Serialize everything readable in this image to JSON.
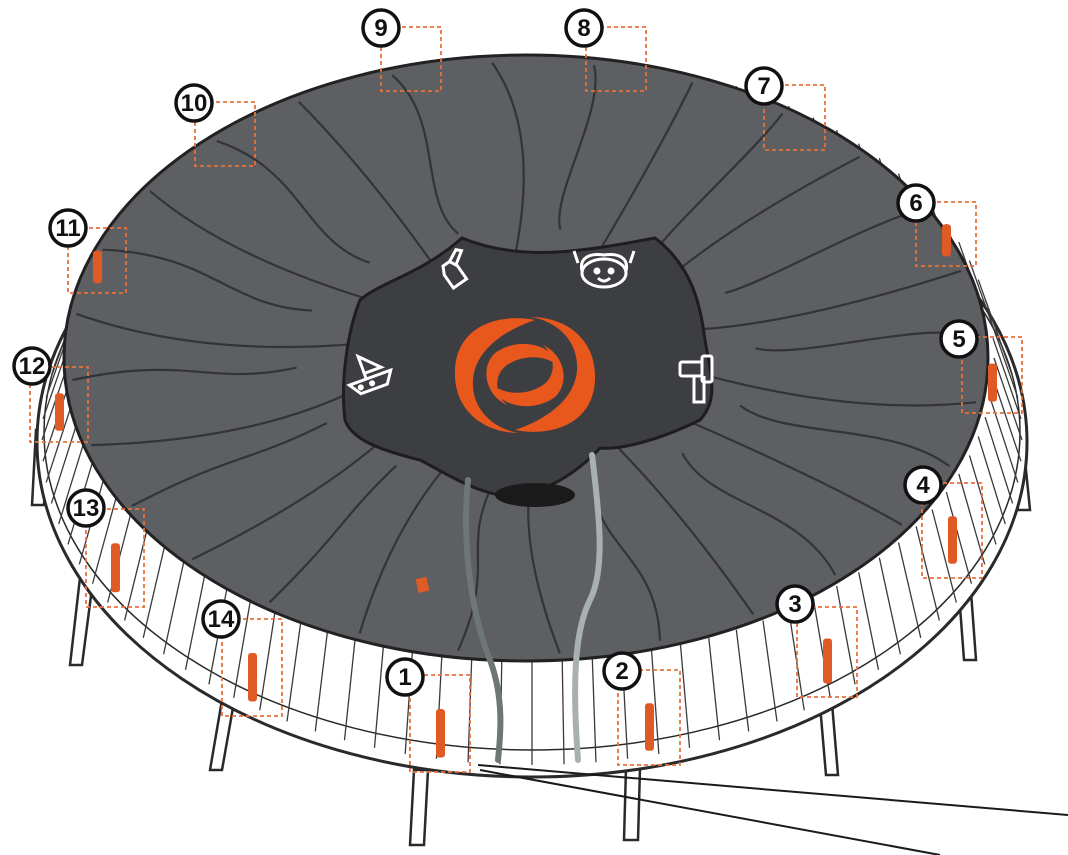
{
  "colors": {
    "mat": "#5e5f63",
    "mat_seam": "#333437",
    "center_panel": "#3d3e41",
    "accent": "#e8571c",
    "strap": "#e05a24",
    "frame_stroke": "#2a2a2a",
    "guide_box": "#e8703a",
    "circle_fill": "#ffffff",
    "circle_stroke": "#111111",
    "tube_dark": "#6f7676",
    "tube_light": "#a9b0b0"
  },
  "icons": {
    "center": "spiral-logo-icon",
    "top": "child-face-icon",
    "top_left": "hand-pointer-icon",
    "left": "ship-icon",
    "right": "hammer-icon"
  },
  "markers": [
    {
      "label": "1"
    },
    {
      "label": "2"
    },
    {
      "label": "3"
    },
    {
      "label": "4"
    },
    {
      "label": "5"
    },
    {
      "label": "6"
    },
    {
      "label": "7"
    },
    {
      "label": "8"
    },
    {
      "label": "9"
    },
    {
      "label": "10"
    },
    {
      "label": "11"
    },
    {
      "label": "12"
    },
    {
      "label": "13"
    },
    {
      "label": "14"
    }
  ]
}
